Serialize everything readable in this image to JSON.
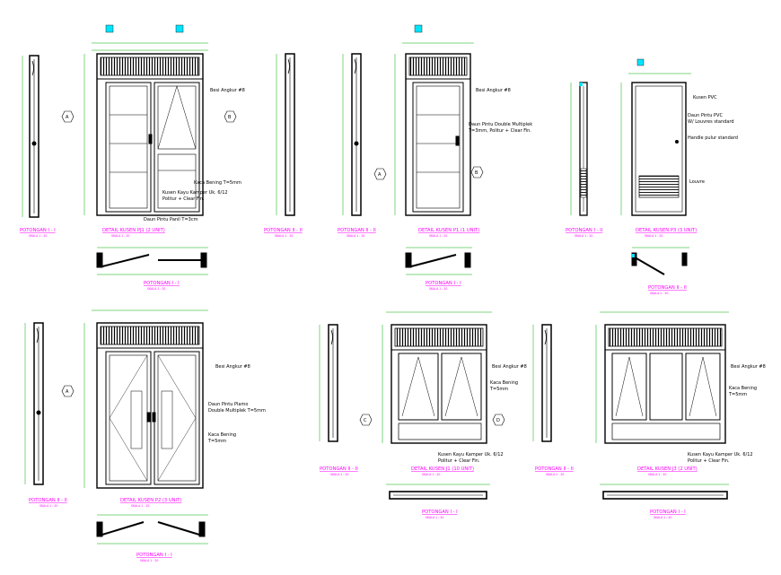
{
  "colors": {
    "ink": "#000000",
    "magenta": "#ff00ff",
    "green": "#00aa00",
    "cyan": "#00e5ff",
    "yellow": "#d4d400"
  },
  "titles": {
    "t1": "POTONGAN I - I",
    "t2": "DETAIL KUSEN PJ1 (2 UNIT)",
    "t3": "POTONGAN II - II",
    "t4": "POTONGAN II - II",
    "t5": "DETAIL KUSEN P1 (1 UNIT)",
    "t6": "POTONGAN I - II",
    "t7": "DETAIL KUSEN P3 (3 UNIT)",
    "t8": "POTONGAN I - I",
    "t9": "POTONGAN I - I",
    "t10": "POTONGAN II - II",
    "t11": "DETAIL KUSEN P2 (3 UNIT)",
    "t12": "POTONGAN I - I",
    "t13": "POTONGAN II - II",
    "t14": "DETAIL KUSEN J1 (10 UNIT)",
    "t15": "POTONGAN I - I",
    "t16": "POTONGAN II - II",
    "t17": "DETAIL KUSEN J3 (2 UNIT)",
    "t18": "POTONGAN I - I",
    "scale": "SKALA 1 : 20"
  },
  "notes": {
    "n1": "Besi Angkur #8",
    "n2": "Kaca Bening T=5mm",
    "n3": "Kusen Kayu Kamper Uk. 6/12",
    "n4": "Politur + Clear Fin.",
    "n5": "Daun Pintu Panil T=3cm",
    "n6": "Besi Angkur #8",
    "n7": "Daun Pintu Double Multiplek",
    "n8": "T=3mm, Politur + Clear Fin.",
    "n9": "Kusen PVC",
    "n10": "Daun Pintu PVC",
    "n11": "W/ Louvres standard",
    "n12": "Handle pulur standard",
    "n13": "Louvre",
    "n14": "Besi Angkur #8",
    "n15": "Daun Pintu Plamo",
    "n16": "Double Multiplek T=5mm",
    "n17": "Kaca Bening",
    "n18": "T=5mm",
    "n19": "Besi Angkur #8",
    "n20": "Kaca Bening",
    "n21": "T=5mm",
    "n22": "Kusen Kayu Kamper Uk. 6/12",
    "n23": "Politur + Clear Fin.",
    "n24": "Besi Angkur #8",
    "n25": "Kaca Bening",
    "n26": "T=5mm",
    "n27": "Kusen Kayu Kamper Uk. 6/12",
    "n28": "Politur + Clear Fin."
  },
  "tags": {
    "a": "A",
    "b": "B",
    "c": "C",
    "d": "D"
  }
}
